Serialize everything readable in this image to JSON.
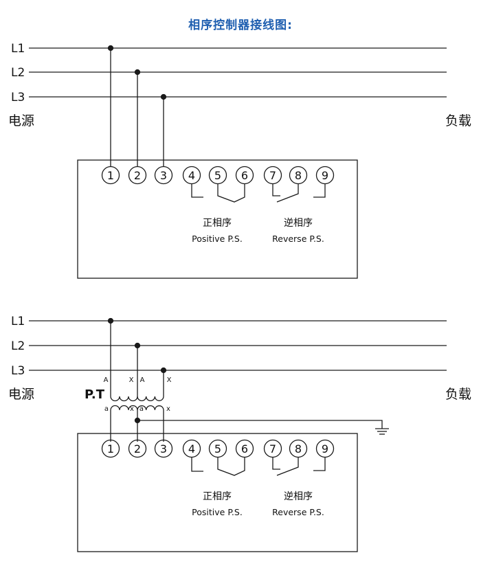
{
  "title": "相序控制器接线图:",
  "lines": [
    "L1",
    "L2",
    "L3"
  ],
  "source_label": "电源",
  "load_label": "负载",
  "terminals": [
    "1",
    "2",
    "3",
    "4",
    "5",
    "6",
    "7",
    "8",
    "9"
  ],
  "positive": {
    "cn": "正相序",
    "en": "Positive P.S."
  },
  "reverse": {
    "cn": "逆相序",
    "en": "Reverse P.S."
  },
  "pt": {
    "label": "P.T",
    "primary": [
      "A",
      "X",
      "A",
      "X"
    ],
    "secondary": [
      "a",
      "x",
      "a",
      "x"
    ]
  }
}
